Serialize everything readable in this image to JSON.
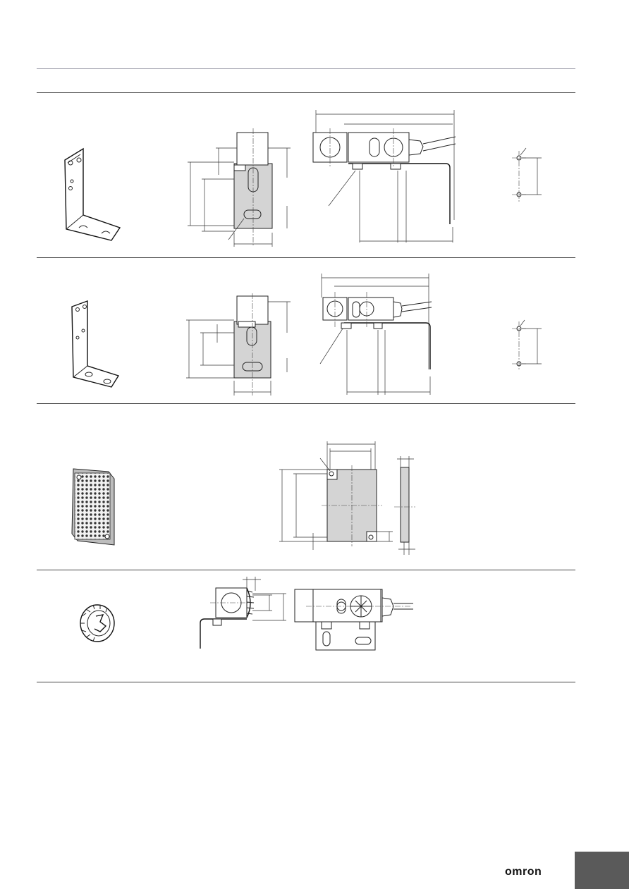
{
  "brand": {
    "logo_text": "omron",
    "tab_color": "#5a5a5a"
  },
  "rows": [
    {
      "name": "mounting-bracket-1",
      "drawings": [
        "isometric",
        "front-view",
        "side-view",
        "hole-pattern"
      ]
    },
    {
      "name": "mounting-bracket-2",
      "drawings": [
        "isometric",
        "front-view",
        "side-view",
        "hole-pattern"
      ]
    },
    {
      "name": "reflector",
      "drawings": [
        "photo",
        "front-view",
        "side-view"
      ]
    },
    {
      "name": "protective-cover",
      "drawings": [
        "isometric",
        "side-view",
        "front-view"
      ]
    }
  ]
}
